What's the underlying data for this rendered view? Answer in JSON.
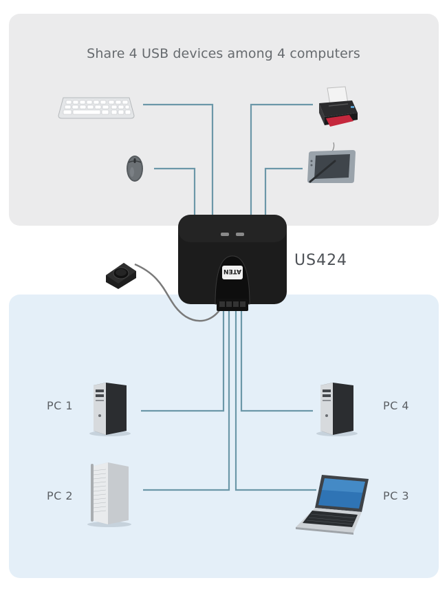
{
  "title": "Share 4 USB devices among 4 computers",
  "model": "US424",
  "brand_logo": "ATEN",
  "pcs": [
    {
      "label": "PC 1",
      "icon": "tower-pc-black"
    },
    {
      "label": "PC 2",
      "icon": "tower-pc-silver"
    },
    {
      "label": "PC 3",
      "icon": "laptop"
    },
    {
      "label": "PC 4",
      "icon": "tower-pc-black"
    }
  ],
  "usb_devices": [
    "keyboard-icon",
    "mouse-icon",
    "printer-icon",
    "drawing-tablet-icon"
  ],
  "colors": {
    "top_panel": "#ebebec",
    "bottom_panel": "#e4eff8",
    "wire": "#6b97a8",
    "switch_body": "#1c1c1c"
  }
}
